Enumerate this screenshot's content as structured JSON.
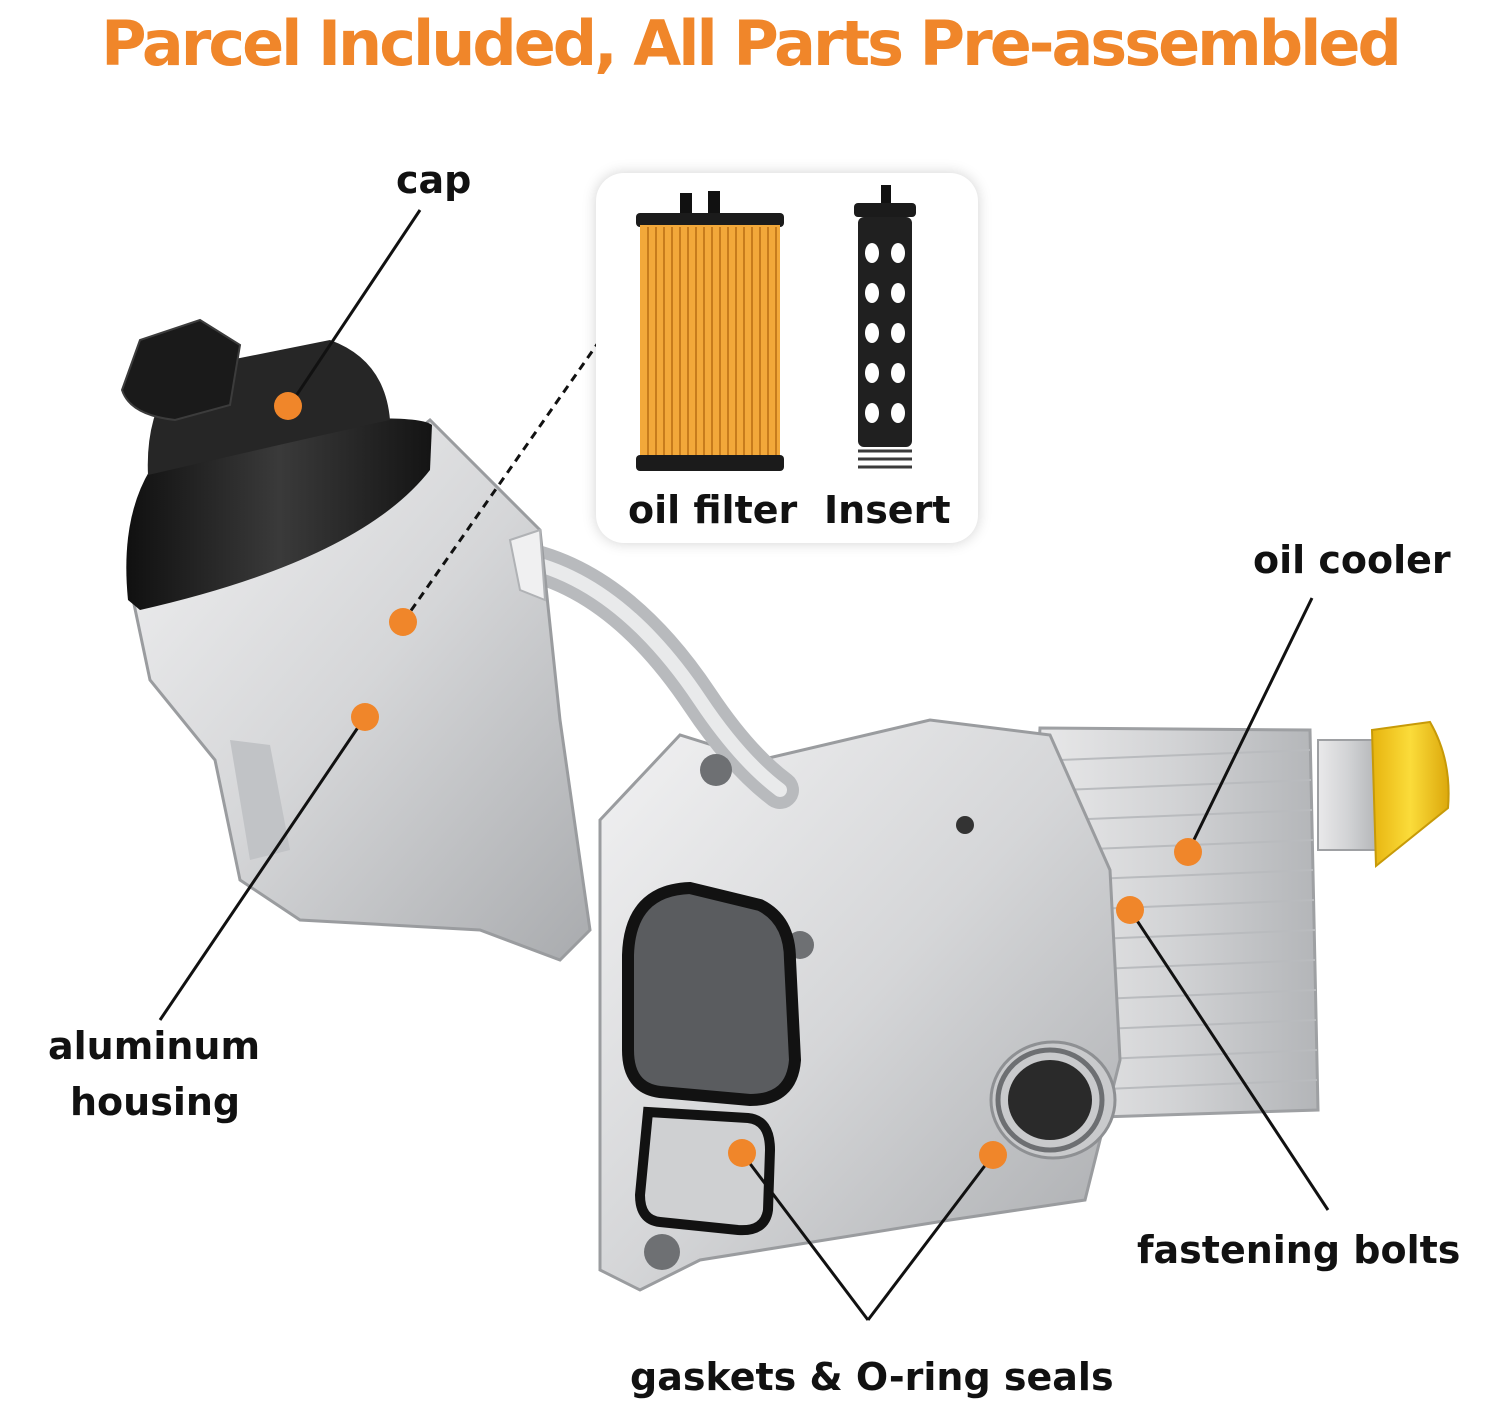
{
  "headline": "Parcel Included, All Parts Pre-assembled",
  "colors": {
    "accent": "#f0862a",
    "marker": "#f0862a",
    "text": "#111111",
    "aluminum": "#d9dadc",
    "cap": "#1c1c1c",
    "filter_media": "#f2a83a",
    "yellow_plug": "#f7cf1f"
  },
  "labels": {
    "cap": "cap",
    "aluminum_housing_line1": "aluminum",
    "aluminum_housing_line2": "housing",
    "oil_cooler": "oil cooler",
    "fastening_bolts": "fastening bolts",
    "gaskets_seals": "gaskets & O-ring seals"
  },
  "inset": {
    "oil_filter": "oil filter",
    "insert": "Insert"
  }
}
